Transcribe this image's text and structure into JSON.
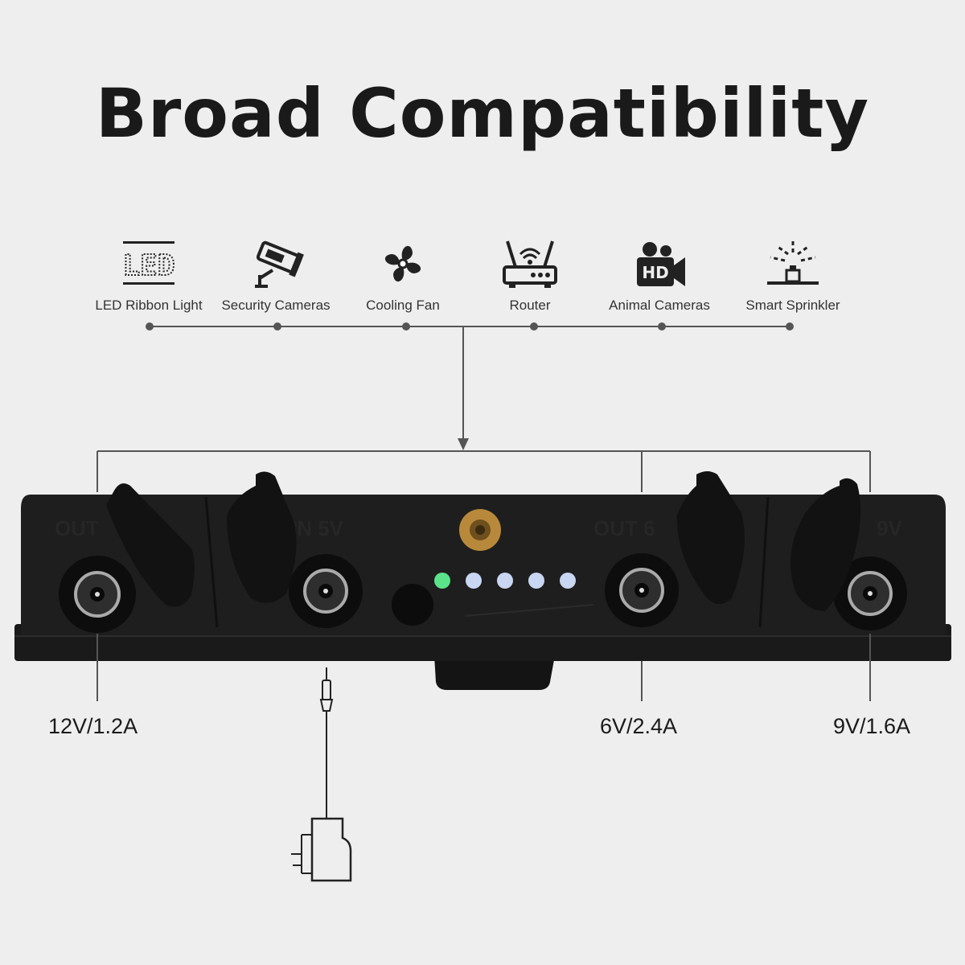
{
  "title": "Broad Compatibility",
  "applications": [
    {
      "label": "LED Ribbon Light",
      "icon": "led-icon"
    },
    {
      "label": "Security Cameras",
      "icon": "security-camera-icon"
    },
    {
      "label": "Cooling Fan",
      "icon": "fan-icon"
    },
    {
      "label": "Router",
      "icon": "router-icon"
    },
    {
      "label": "Animal Cameras",
      "icon": "hd-camera-icon"
    },
    {
      "label": "Smart Sprinkler",
      "icon": "sprinkler-icon"
    }
  ],
  "led_icon_text": "LED",
  "hd_icon_text": "HD",
  "ports": {
    "port_1_spec": "12V/1.2A",
    "port_3_spec": "6V/2.4A",
    "port_4_spec": "9V/1.6A"
  },
  "device": {
    "engraving_1": "OUT",
    "engraving_2": "IN 5V",
    "engraving_3": "OUT 6",
    "engraving_4": "9V",
    "led_count": 5,
    "led_lit_count": 1,
    "colors": {
      "body": "#1c1c1c",
      "led_on": "#5be38a",
      "led_off": "#c9d6f2",
      "brass": "#b8893b"
    }
  },
  "accessory": "wall-adapter-icon"
}
